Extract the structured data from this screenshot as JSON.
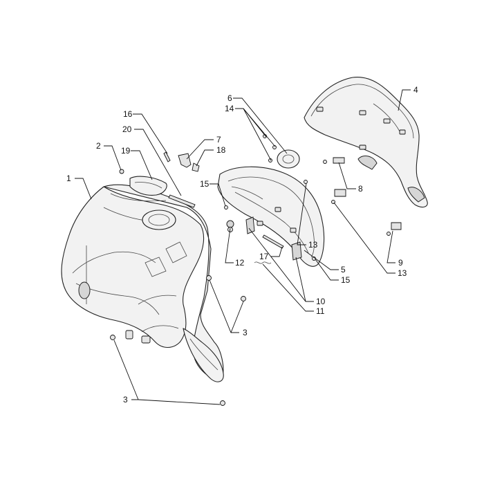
{
  "labels": {
    "l1": "1",
    "l2": "2",
    "l3a": "3",
    "l3b": "3",
    "l4": "4",
    "l5": "5",
    "l6": "6",
    "l7": "7",
    "l8": "8",
    "l9": "9",
    "l10": "10",
    "l11": "11",
    "l12": "12",
    "l13a": "13",
    "l13b": "13",
    "l14": "14",
    "l15a": "15",
    "l15b": "15",
    "l16": "16",
    "l17": "17",
    "l18": "18",
    "l19": "19",
    "l20": "20"
  }
}
